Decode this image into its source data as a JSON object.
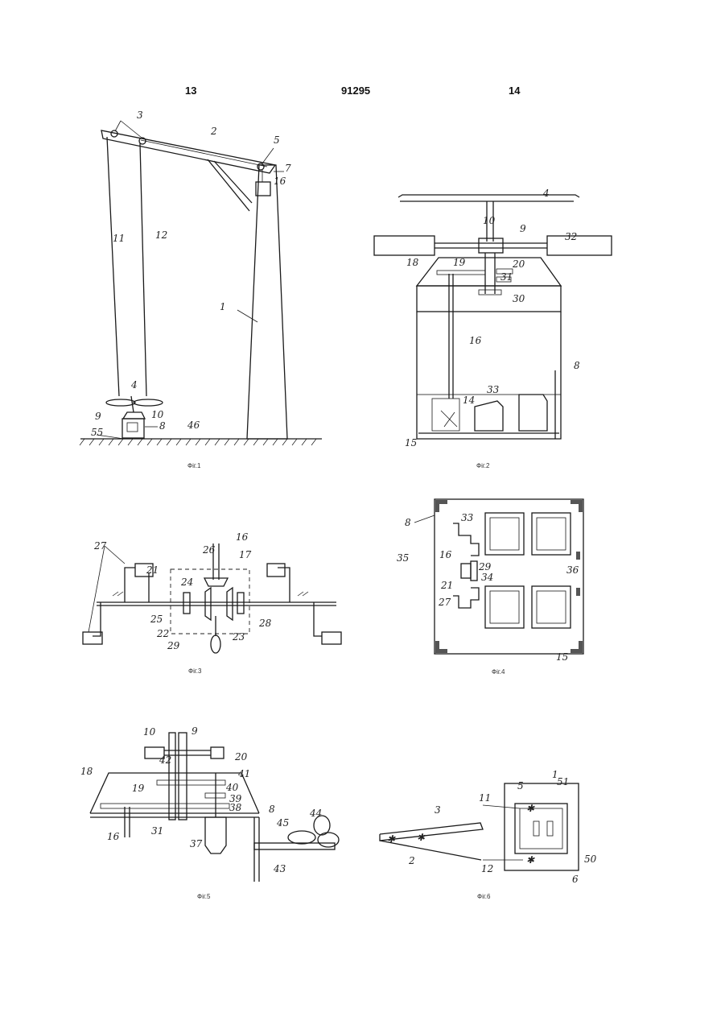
{
  "header": {
    "left_page": "13",
    "doc_number": "91295",
    "right_page": "14"
  },
  "figures": [
    {
      "caption": "Фіг.1",
      "labels": [
        "3",
        "2",
        "5",
        "7",
        "16",
        "11",
        "12",
        "1",
        "4",
        "10",
        "9",
        "8",
        "55",
        "46"
      ]
    },
    {
      "caption": "Фіг.2",
      "labels": [
        "4",
        "10",
        "9",
        "32",
        "18",
        "19",
        "20",
        "31",
        "30",
        "16",
        "8",
        "14",
        "33",
        "15"
      ]
    },
    {
      "caption": "Фіг.3",
      "labels": [
        "27",
        "21",
        "26",
        "16",
        "17",
        "24",
        "25",
        "22",
        "28",
        "23",
        "29"
      ]
    },
    {
      "caption": "Фіг.4",
      "labels": [
        "8",
        "33",
        "35",
        "16",
        "29",
        "21",
        "34",
        "36",
        "27",
        "15"
      ]
    },
    {
      "caption": "Фіг.5",
      "labels": [
        "10",
        "9",
        "20",
        "42",
        "41",
        "18",
        "19",
        "40",
        "39",
        "38",
        "8",
        "44",
        "45",
        "16",
        "31",
        "37",
        "43"
      ]
    },
    {
      "caption": "Фіг.6",
      "labels": [
        "5",
        "1",
        "51",
        "11",
        "3",
        "2",
        "50",
        "12",
        "6"
      ]
    }
  ]
}
